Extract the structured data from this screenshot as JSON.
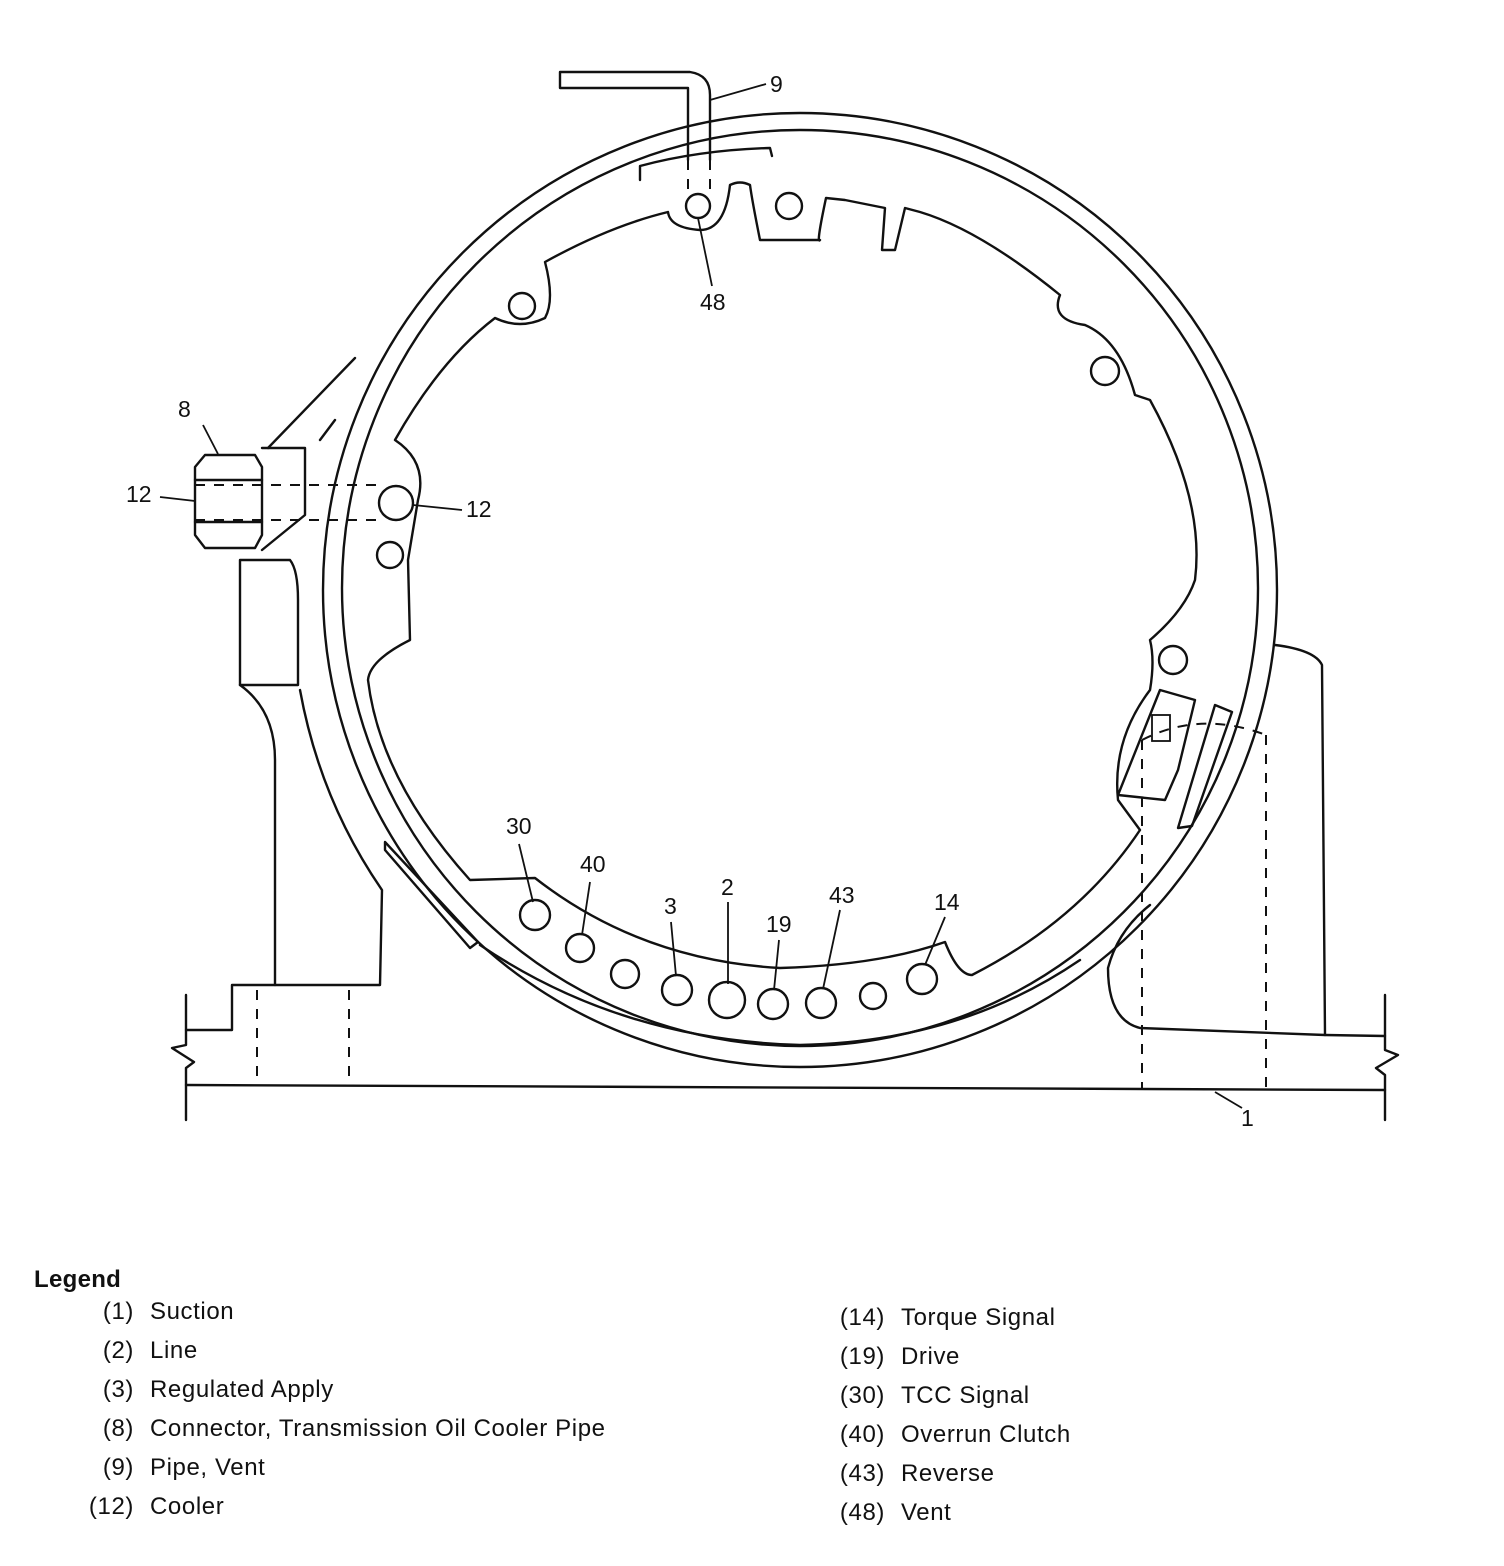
{
  "callouts": {
    "c1": "1",
    "c2": "2",
    "c3": "3",
    "c8": "8",
    "c9": "9",
    "c12_left": "12",
    "c12_right": "12",
    "c14": "14",
    "c19": "19",
    "c30": "30",
    "c40": "40",
    "c43": "43",
    "c48": "48"
  },
  "legend": {
    "title": "Legend",
    "left": [
      {
        "num": "(1)",
        "label": "Suction"
      },
      {
        "num": "(2)",
        "label": "Line"
      },
      {
        "num": "(3)",
        "label": "Regulated Apply"
      },
      {
        "num": "(8)",
        "label": "Connector, Transmission Oil Cooler Pipe"
      },
      {
        "num": "(9)",
        "label": "Pipe, Vent"
      },
      {
        "num": "(12)",
        "label": "Cooler"
      }
    ],
    "right": [
      {
        "num": "(14)",
        "label": "Torque Signal"
      },
      {
        "num": "(19)",
        "label": "Drive"
      },
      {
        "num": "(30)",
        "label": "TCC Signal"
      },
      {
        "num": "(40)",
        "label": "Overrun Clutch"
      },
      {
        "num": "(43)",
        "label": "Reverse"
      },
      {
        "num": "(48)",
        "label": "Vent"
      }
    ]
  }
}
